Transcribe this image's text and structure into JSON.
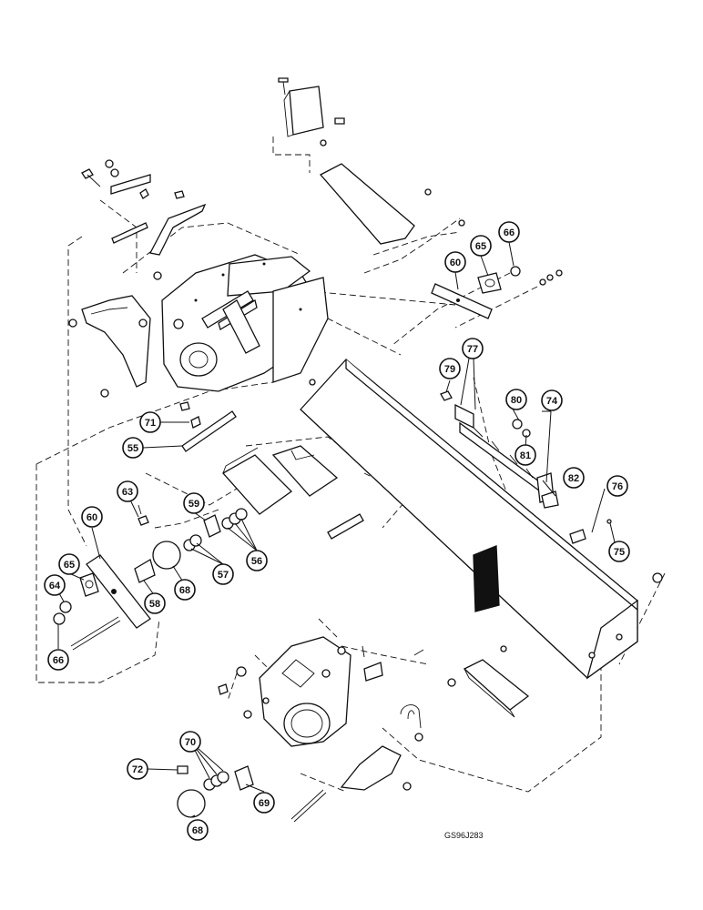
{
  "diagram": {
    "drawing_code": "GS96J283",
    "callouts": [
      {
        "id": "c66a",
        "label": "66"
      },
      {
        "id": "c65a",
        "label": "65"
      },
      {
        "id": "c60a",
        "label": "60"
      },
      {
        "id": "c77",
        "label": "77"
      },
      {
        "id": "c79",
        "label": "79"
      },
      {
        "id": "c80",
        "label": "80"
      },
      {
        "id": "c74",
        "label": "74"
      },
      {
        "id": "c81",
        "label": "81"
      },
      {
        "id": "c71",
        "label": "71"
      },
      {
        "id": "c55",
        "label": "55"
      },
      {
        "id": "c82",
        "label": "82"
      },
      {
        "id": "c76",
        "label": "76"
      },
      {
        "id": "c75",
        "label": "75"
      },
      {
        "id": "c63",
        "label": "63"
      },
      {
        "id": "c59",
        "label": "59"
      },
      {
        "id": "c56",
        "label": "56"
      },
      {
        "id": "c60b",
        "label": "60"
      },
      {
        "id": "c57",
        "label": "57"
      },
      {
        "id": "c65b",
        "label": "65"
      },
      {
        "id": "c64",
        "label": "64"
      },
      {
        "id": "c68a",
        "label": "68"
      },
      {
        "id": "c58",
        "label": "58"
      },
      {
        "id": "c66b",
        "label": "66"
      },
      {
        "id": "c70",
        "label": "70"
      },
      {
        "id": "c72",
        "label": "72"
      },
      {
        "id": "c69",
        "label": "69"
      },
      {
        "id": "c68b",
        "label": "68"
      }
    ]
  }
}
